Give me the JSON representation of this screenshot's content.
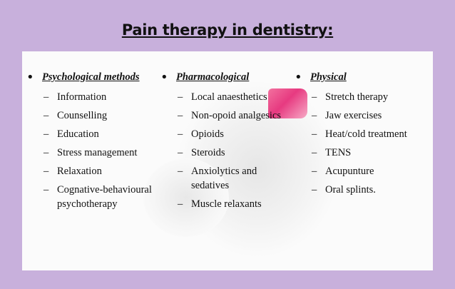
{
  "title": "Pain therapy in dentistry:",
  "columns": [
    {
      "heading": "Psychological methods",
      "items": [
        "Information",
        "Counselling",
        "Education",
        "Stress management",
        "Relaxation",
        "Cognative-behavioural psychotherapy"
      ]
    },
    {
      "heading": "Pharmacological",
      "items": [
        "Local anaesthetics",
        "Non-opoid analgesics",
        "Opioids",
        "Steroids",
        "Anxiolytics and sedatives",
        "Muscle relaxants"
      ]
    },
    {
      "heading": "Physical",
      "items": [
        "Stretch therapy",
        "Jaw exercises",
        "Heat/cold treatment",
        "TENS",
        "Acupunture",
        "Oral splints."
      ]
    }
  ],
  "bullet_glyph": "•",
  "dash_glyph": "–",
  "colors": {
    "background": "#c8b0dc",
    "panel": "#fbfbfb",
    "highlight": "#e6307a"
  }
}
